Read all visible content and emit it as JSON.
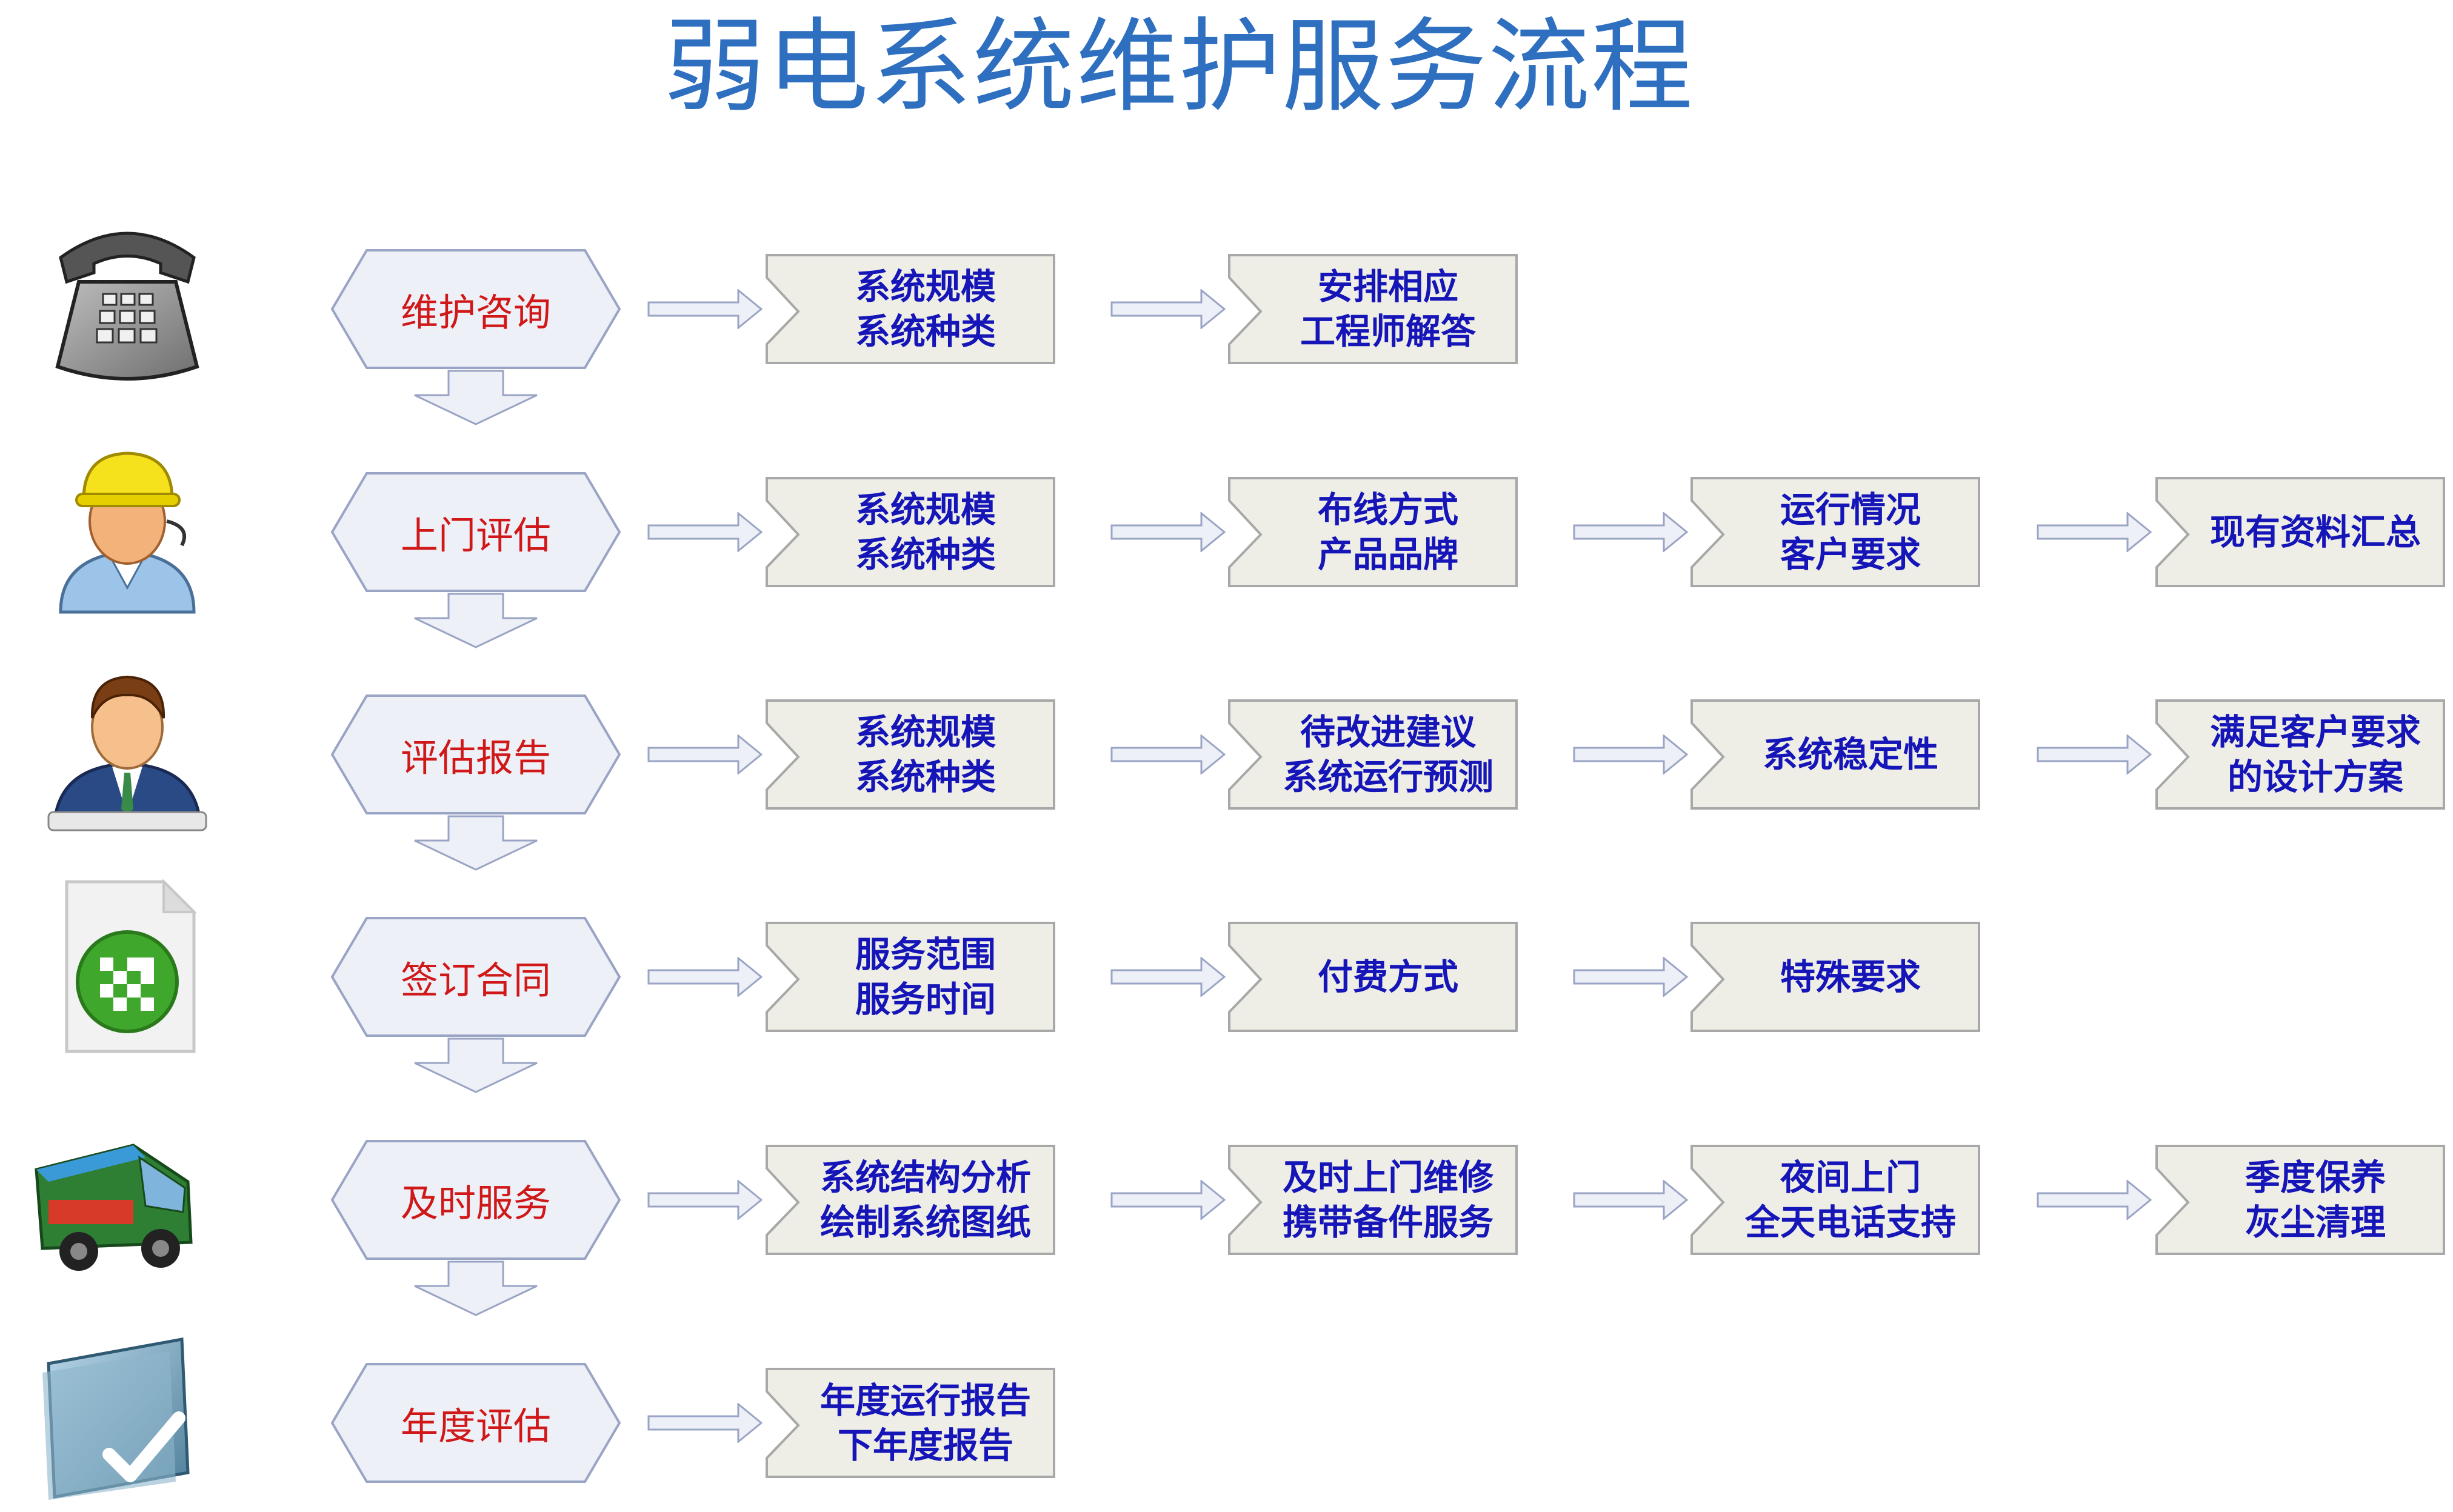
{
  "title": "弱电系统维护服务流程",
  "icons": [
    "telephone-icon",
    "engineer-icon",
    "businessman-icon",
    "document-icon",
    "van-icon",
    "checkmark-icon"
  ],
  "stages": [
    {
      "label": "维护咨询",
      "steps": [
        [
          "系统规模",
          "系统种类"
        ],
        [
          "安排相应",
          "工程师解答"
        ]
      ]
    },
    {
      "label": "上门评估",
      "steps": [
        [
          "系统规模",
          "系统种类"
        ],
        [
          "布线方式",
          "产品品牌"
        ],
        [
          "运行情况",
          "客户要求"
        ],
        [
          "现有资料汇总"
        ]
      ]
    },
    {
      "label": "评估报告",
      "steps": [
        [
          "系统规模",
          "系统种类"
        ],
        [
          "待改进建议",
          "系统运行预测"
        ],
        [
          "系统稳定性"
        ],
        [
          "满足客户要求",
          "的设计方案"
        ]
      ]
    },
    {
      "label": "签订合同",
      "steps": [
        [
          "服务范围",
          "服务时间"
        ],
        [
          "付费方式"
        ],
        [
          "特殊要求"
        ]
      ]
    },
    {
      "label": "及时服务",
      "steps": [
        [
          "系统结构分析",
          "绘制系统图纸"
        ],
        [
          "及时上门维修",
          "携带备件服务"
        ],
        [
          "夜间上门",
          "全天电话支持"
        ],
        [
          "季度保养",
          "灰尘清理"
        ]
      ]
    },
    {
      "label": "年度评估",
      "steps": [
        [
          "年度运行报告",
          "下年度报告"
        ]
      ]
    }
  ],
  "colors": {
    "title": "#2e6fc0",
    "stage_text": "#d01818",
    "step_text": "#1515b8",
    "box_fill": "#eeeee6",
    "box_stroke": "#a8a8a8",
    "arrow_fill": "#eef0f8",
    "arrow_stroke": "#9aa4c4"
  }
}
